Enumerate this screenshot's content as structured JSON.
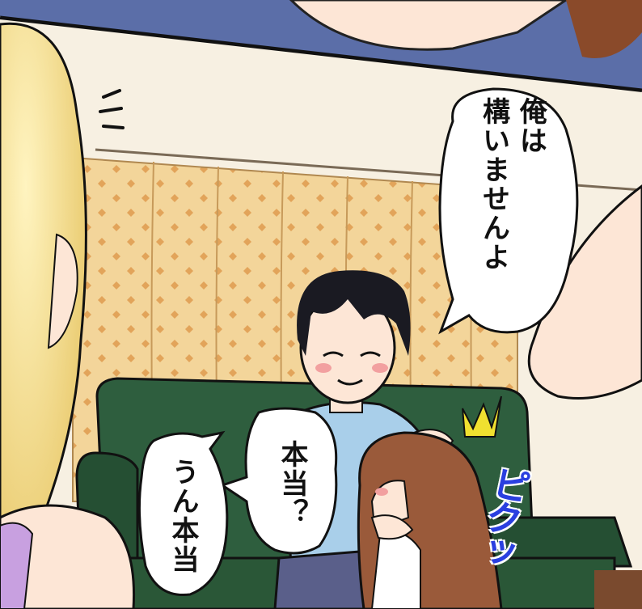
{
  "panel": {
    "speech_1_lines": [
      "俺は",
      "構いませんよ"
    ],
    "speech_2": "本当？",
    "speech_3": "うん本当",
    "sfx_text": "ピクッ"
  },
  "colors": {
    "wall": "#f7f0e2",
    "curtain": "#f3d59a",
    "curtain_pattern": "#e2a45a",
    "sofa": "#2e5e3e",
    "shirt": "#a9cfea",
    "hair_dark": "#1a1a22",
    "hair_brown": "#9a5a3a",
    "blonde": "#f3dc8a",
    "skin": "#fde6d6",
    "sfx_blue": "#2a3fe0",
    "top_band": "#5b6ea8"
  }
}
